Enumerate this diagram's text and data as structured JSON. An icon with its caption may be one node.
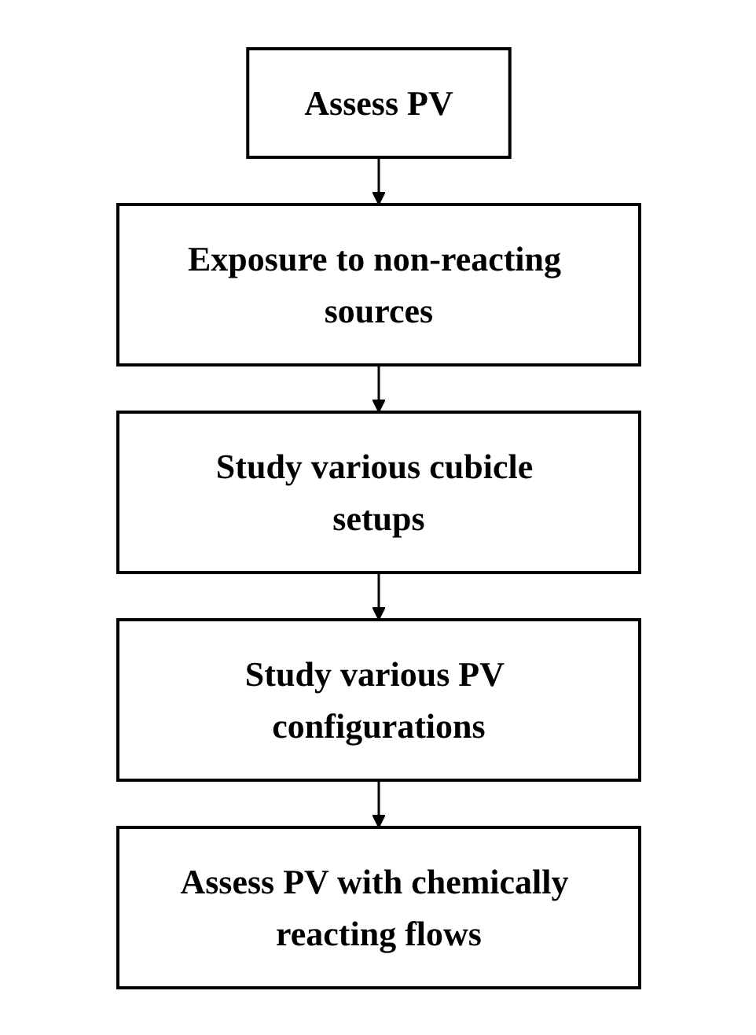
{
  "diagram": {
    "nodes": [
      {
        "text": [
          "Assess PV"
        ]
      },
      {
        "text": [
          "Exposure to non-reacting sources"
        ]
      },
      {
        "text": [
          "Study various cubicle setups"
        ]
      },
      {
        "text": [
          "Study various PV configurations"
        ]
      },
      {
        "text": [
          "Assess PV with chemically reacting flows"
        ]
      }
    ],
    "edges": [
      {
        "from": 0,
        "to": 1,
        "arrow": "to"
      },
      {
        "from": 1,
        "to": 2,
        "arrow": "to"
      },
      {
        "from": 2,
        "to": 3,
        "arrow": "to"
      },
      {
        "from": 3,
        "to": 4,
        "arrow": "to"
      }
    ]
  }
}
